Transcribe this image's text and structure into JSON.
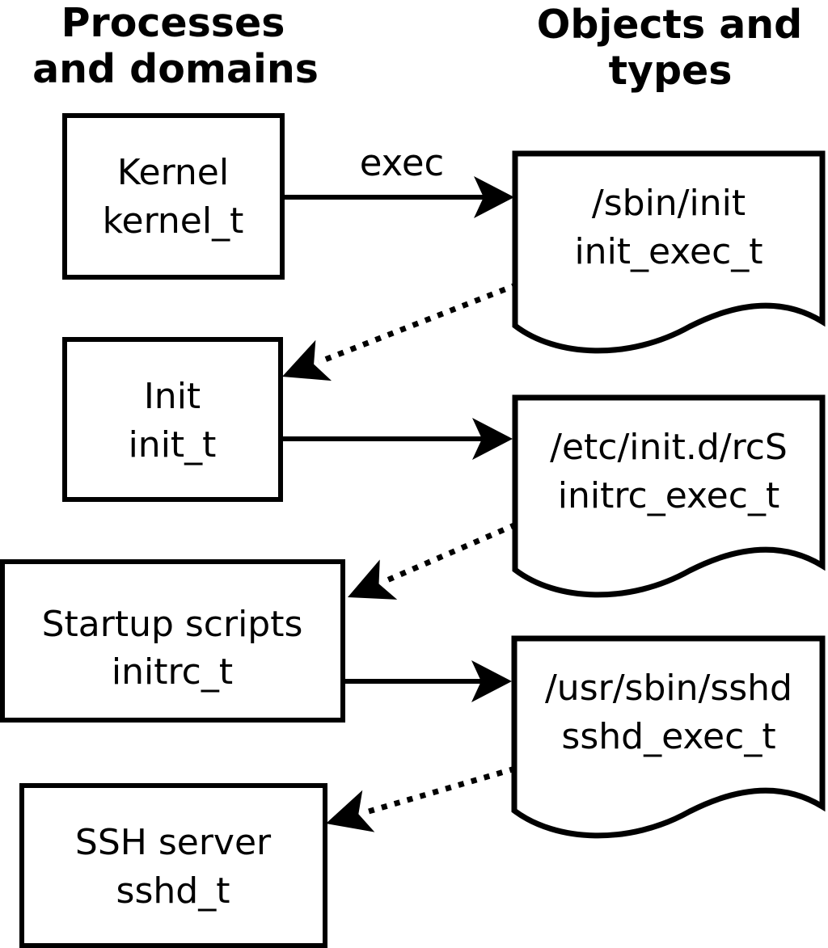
{
  "headers": {
    "left_line1": "Processes",
    "left_line2": "and domains",
    "right_line1": "Objects and",
    "right_line2": "types"
  },
  "processes": [
    {
      "name": "Kernel",
      "domain": "kernel_t"
    },
    {
      "name": "Init",
      "domain": "init_t"
    },
    {
      "name": "Startup scripts",
      "domain": "initrc_t"
    },
    {
      "name": "SSH server",
      "domain": "sshd_t"
    }
  ],
  "objects": [
    {
      "path": "/sbin/init",
      "type": "init_exec_t"
    },
    {
      "path": "/etc/init.d/rcS",
      "type": "initrc_exec_t"
    },
    {
      "path": "/usr/sbin/sshd",
      "type": "sshd_exec_t"
    }
  ],
  "edges": [
    {
      "from": "kernel_t",
      "to": "init_exec_t",
      "label": "exec",
      "style": "solid"
    },
    {
      "from": "init_exec_t",
      "to": "init_t",
      "label": "",
      "style": "dotted"
    },
    {
      "from": "init_t",
      "to": "initrc_exec_t",
      "label": "",
      "style": "solid"
    },
    {
      "from": "initrc_exec_t",
      "to": "initrc_t",
      "label": "",
      "style": "dotted"
    },
    {
      "from": "initrc_t",
      "to": "sshd_exec_t",
      "label": "",
      "style": "solid"
    },
    {
      "from": "sshd_exec_t",
      "to": "sshd_t",
      "label": "",
      "style": "dotted"
    }
  ],
  "colors": {
    "ink": "#000000",
    "background": "#ffffff"
  }
}
